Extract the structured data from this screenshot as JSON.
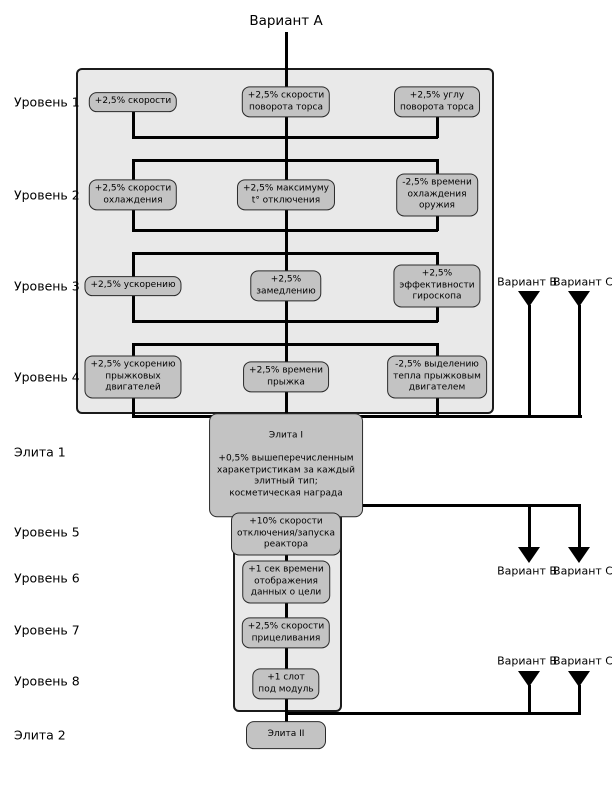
{
  "labels": {
    "variant_a": "Вариант А",
    "variant_b": "Вариант B",
    "variant_c": "Вариант C"
  },
  "left_labels": [
    "Уровень 1",
    "Уровень 2",
    "Уровень 3",
    "Уровень 4",
    "Элита 1",
    "Уровень 5",
    "Уровень 6",
    "Уровень 7",
    "Уровень 8",
    "Элита 2"
  ],
  "colors": {
    "container_bg": "#e9e9e9",
    "node_bg": "#c3c3c3",
    "line": "#000000",
    "border": "#1b1b1b"
  },
  "tree": {
    "rows": [
      {
        "nodes": [
          "+2,5% скорости",
          "+2,5% скорости\nповорота торса",
          "+2,5% углу\nповорота торса"
        ]
      },
      {
        "nodes": [
          "+2,5% скорости\nохлаждения",
          "+2,5% максимуму\nt° отключения",
          "-2,5% времени\nохлаждения\nоружия"
        ]
      },
      {
        "nodes": [
          "+2,5% ускорению",
          "+2,5%\nзамедлению",
          "+2,5%\nэффективности\nгироскопа"
        ]
      },
      {
        "nodes": [
          "+2,5% ускорению\nпрыжковых\nдвигателей",
          "+2,5% времени\nпрыжка",
          "-2,5% выделению\nтепла прыжковым\nдвигателем"
        ]
      }
    ],
    "elite1": {
      "title": "Элита I",
      "body": "+0,5% вышеперечисленным\nхаракетристикам за каждый\nэлитный тип;\nкосметическая награда"
    },
    "lower_rows": [
      "+10% скорости\nотключения/запуска\nреактора",
      "+1 сек времени\nотображения\nданных о цели",
      "+2,5% скорости\nприцеливания",
      "+1 слот\nпод модуль"
    ],
    "elite2": "Элита II"
  }
}
